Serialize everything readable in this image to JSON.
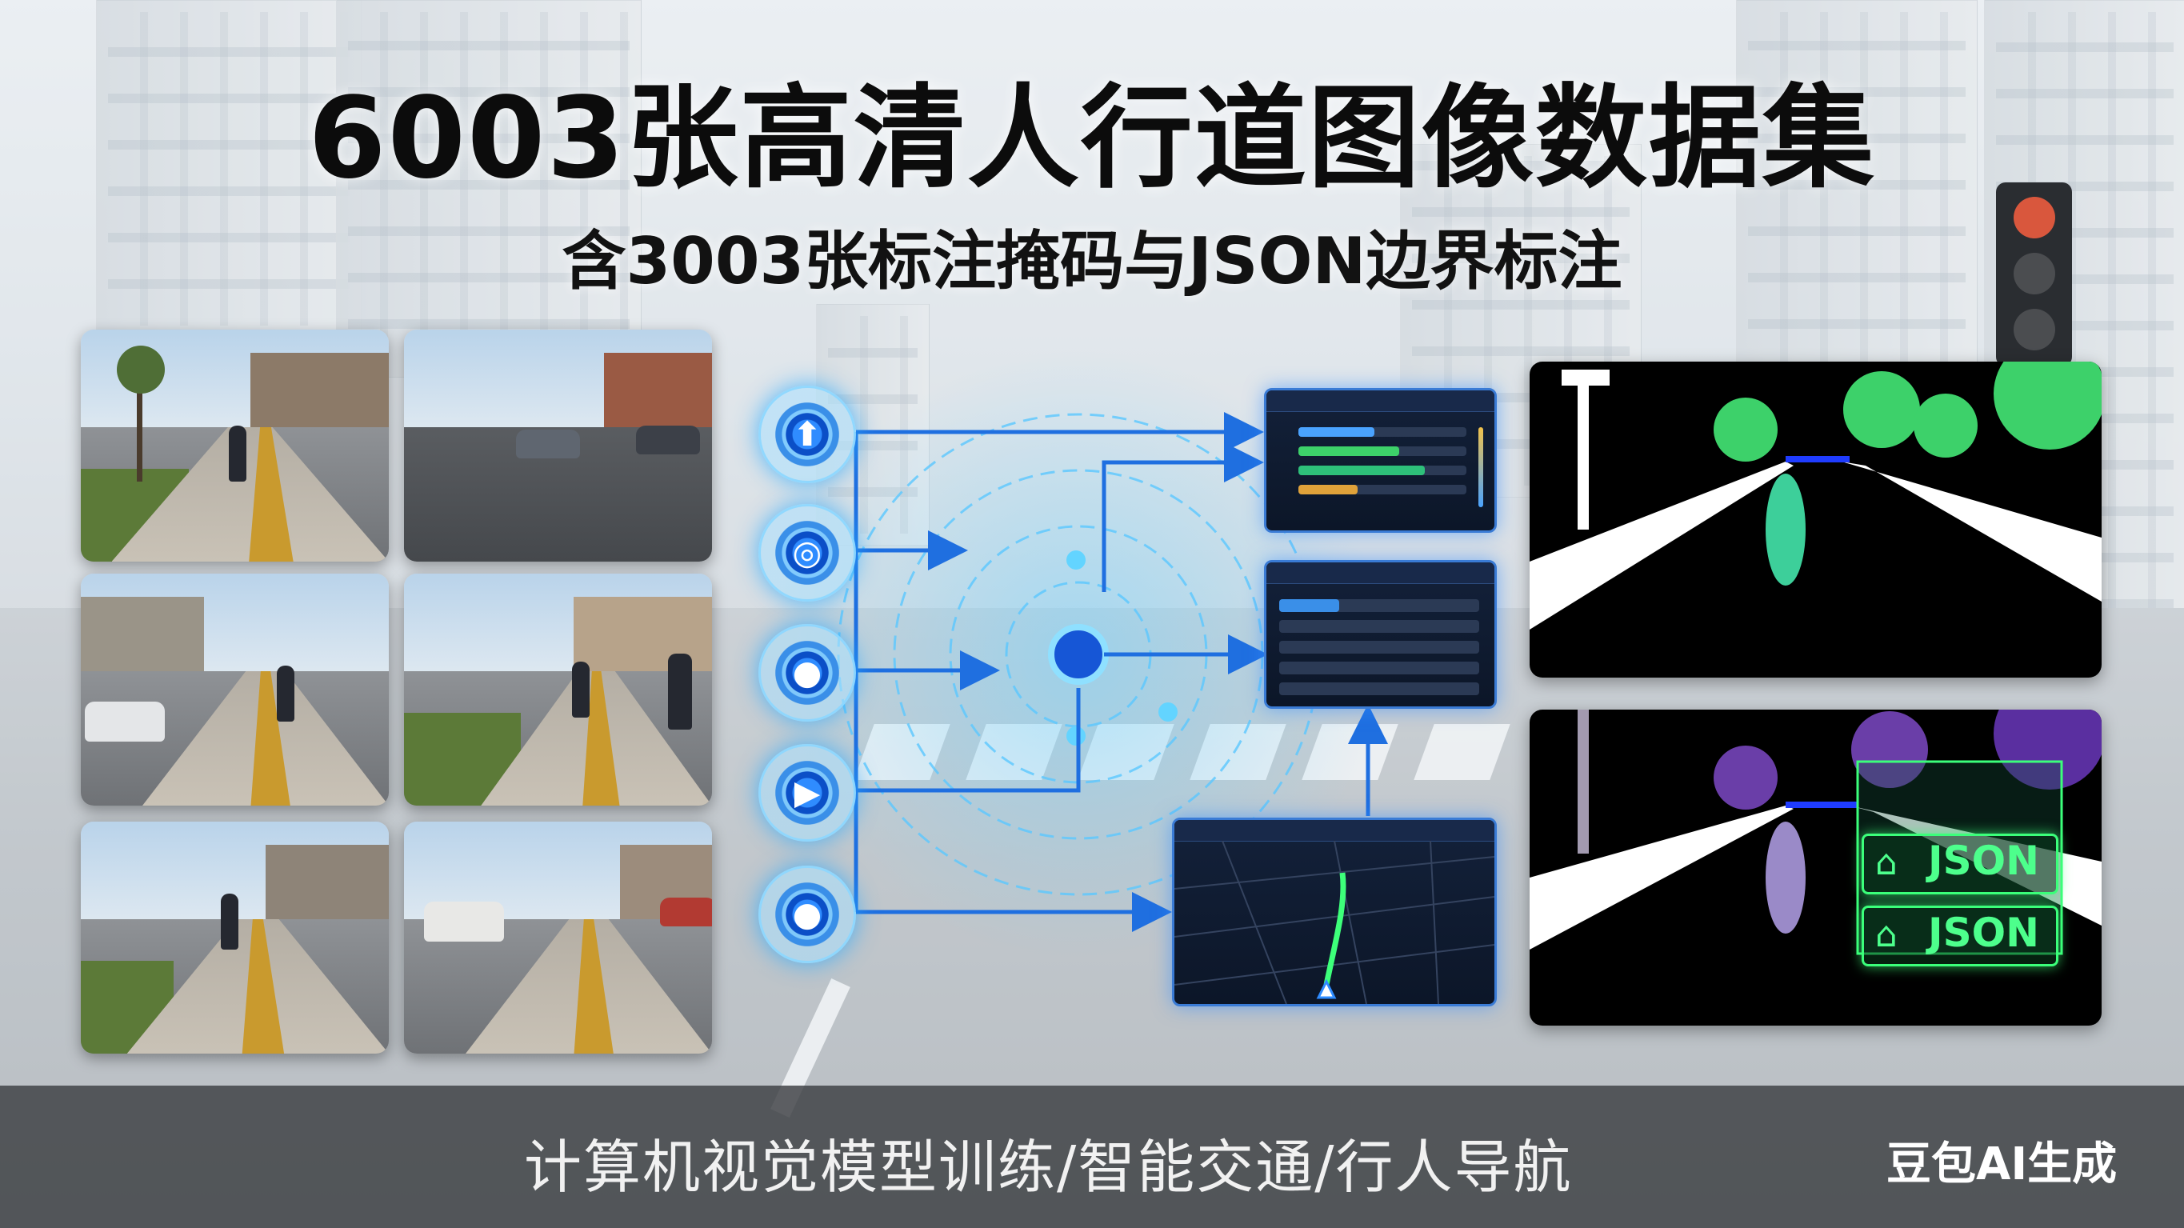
{
  "title": "6003张高清人行道图像数据集",
  "subtitle": "含3003张标注掩码与JSON边界标注",
  "json_badges": [
    "JSON",
    "JSON"
  ],
  "tagline": "计算机视觉模型训练/智能交通/行人导航",
  "watermark": "豆包AI生成",
  "icons": [
    "up-arrow-icon",
    "target-icon",
    "dot-icon",
    "play-icon",
    "dot-icon"
  ],
  "colors": {
    "accent": "#2f8cff",
    "mask_green": "#3dd16a",
    "json_green": "#4dff8c"
  }
}
